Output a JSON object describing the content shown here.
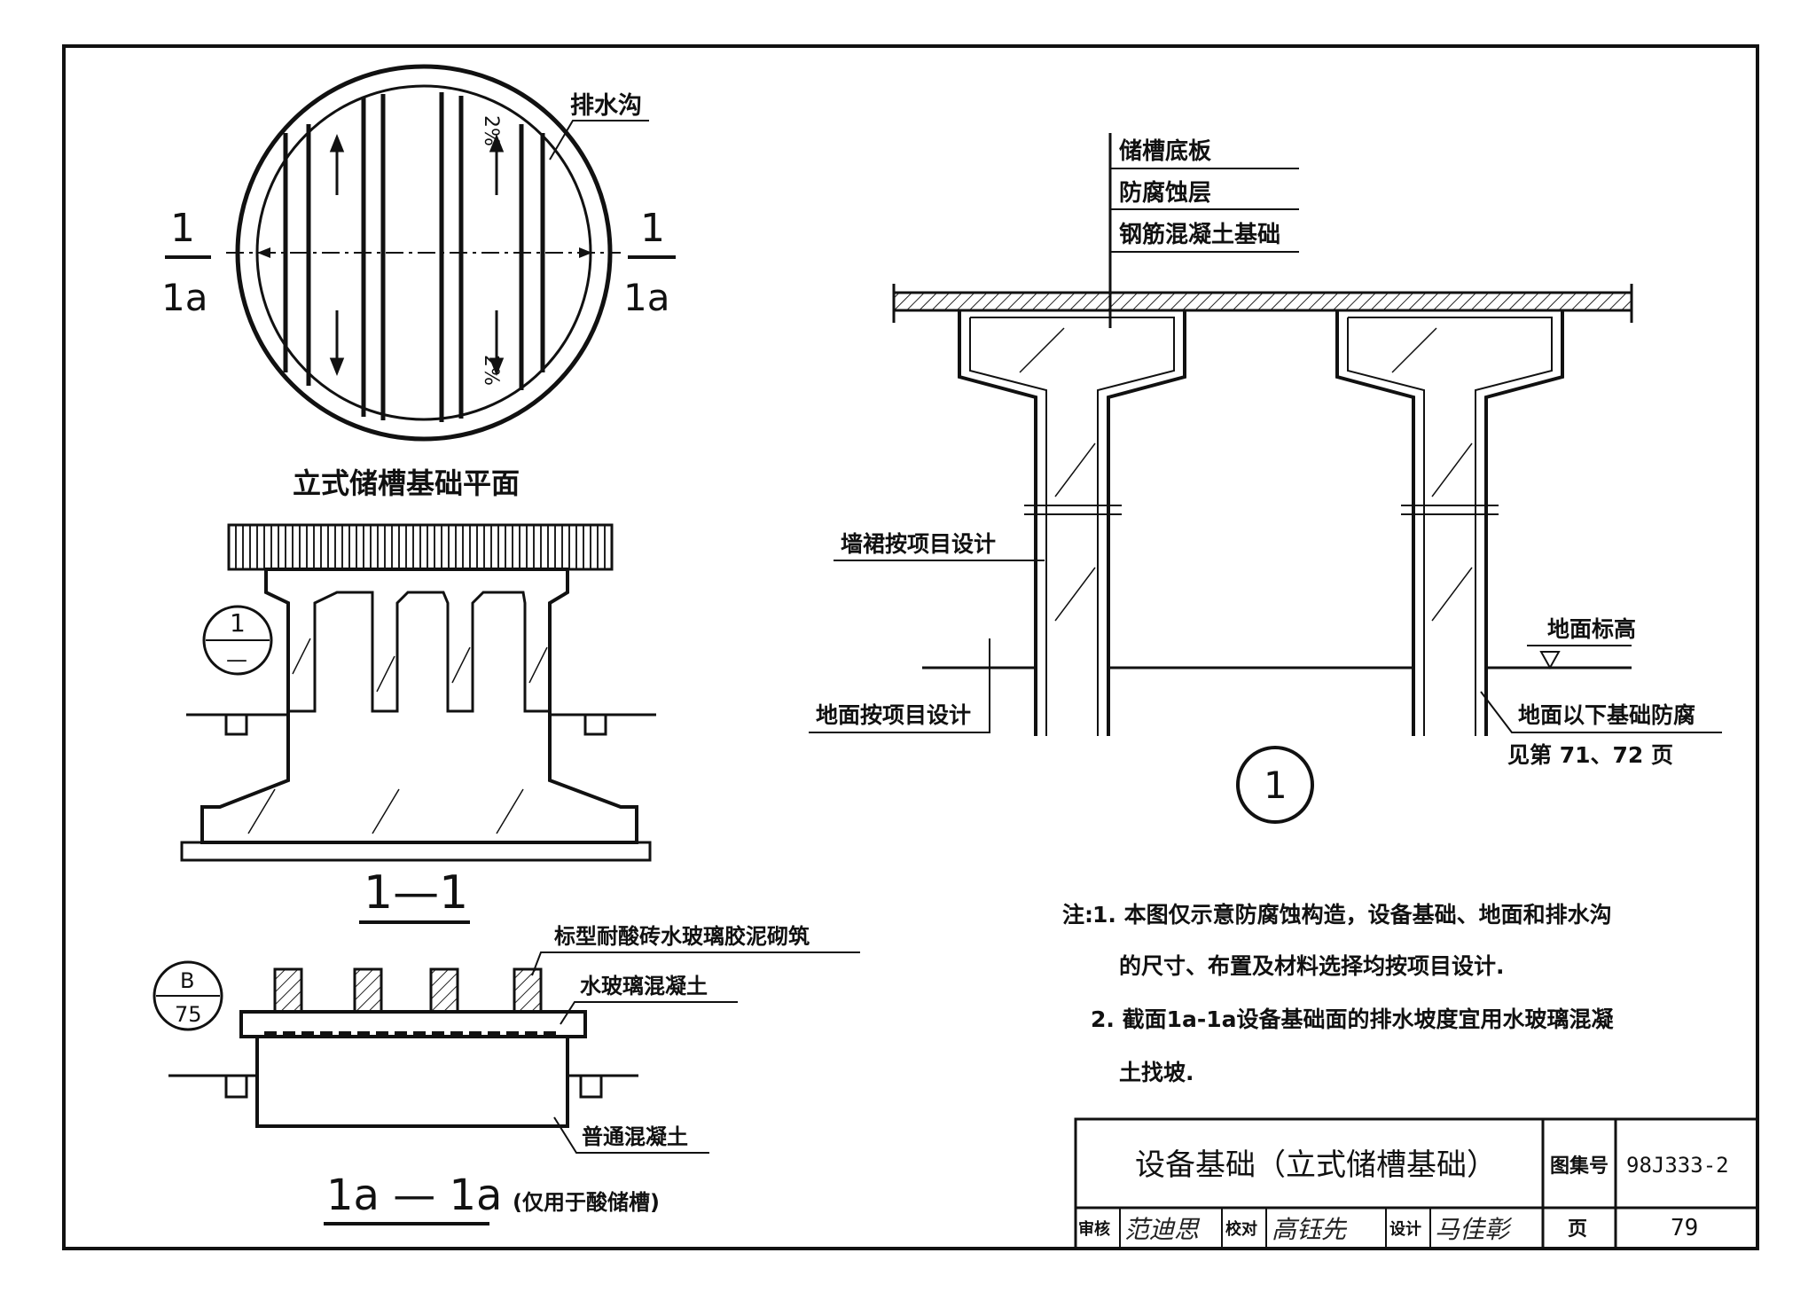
{
  "plan": {
    "title": "立式储槽基础平面",
    "drain_label": "排水沟",
    "cut_left_num": "1",
    "cut_left_den": "1a",
    "cut_right_num": "1",
    "cut_right_den": "1a",
    "slope_text": "2%"
  },
  "section_1_1": {
    "title": "1—1",
    "ref_num": "1",
    "ref_den": "—"
  },
  "section_1a": {
    "title": "1a — 1a",
    "subtitle": "(仅用于酸储槽)",
    "ref_num": "B",
    "ref_den": "75",
    "label_brick": "标型耐酸砖水玻璃胶泥砌筑",
    "label_glass_concrete": "水玻璃混凝土",
    "label_concrete": "普通混凝土"
  },
  "detail_1": {
    "callout": "1",
    "label_tank_bottom": "储槽底板",
    "label_anticorrosion": "防腐蚀层",
    "label_rc_foundation": "钢筋混凝土基础",
    "label_skirt": "墙裙按项目设计",
    "label_floor": "地面按项目设计",
    "label_floor_level": "地面标高",
    "label_below": "地面以下基础防腐",
    "label_see": "见第 71、72 页"
  },
  "notes": {
    "prefix": "注:",
    "lines": [
      "1. 本图仅示意防腐蚀构造，设备基础、地面和排水沟",
      "的尺寸、布置及材料选择均按项目设计.",
      "2. 截面1a-1a设备基础面的排水坡度宜用水玻璃混凝",
      "土找坡."
    ]
  },
  "title_block": {
    "title": "设备基础（立式储槽基础）",
    "atlas_label": "图集号",
    "atlas_no": "98J333-2",
    "review_label": "审核",
    "review_sig": "范迪思",
    "check_label": "校对",
    "check_sig": "高钰先",
    "design_label": "设计",
    "design_sig": "马佳彰",
    "page_label": "页",
    "page_no": "79"
  }
}
